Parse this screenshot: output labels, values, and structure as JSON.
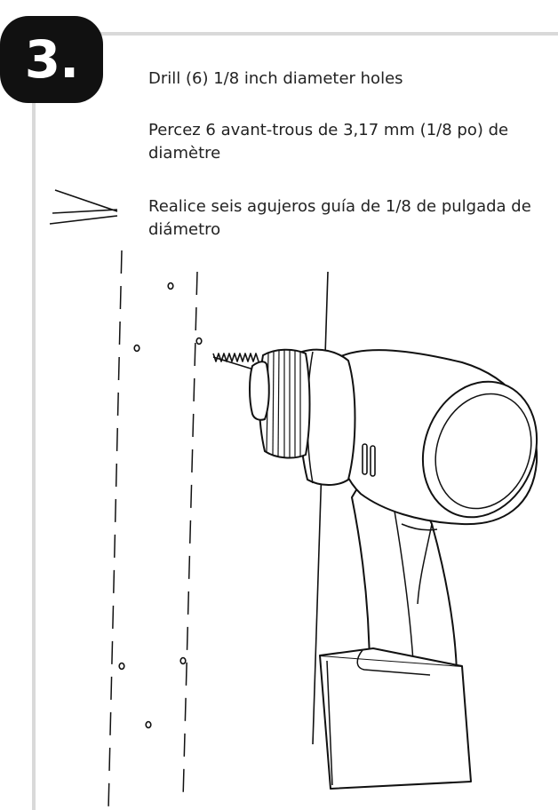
{
  "step": {
    "number": "3."
  },
  "instructions": {
    "en": "Drill (6) 1/8 inch diameter holes",
    "fr": "Percez 6 avant-trous de 3,17 mm (1/8 po) de diamètre",
    "es": "Realice seis agujeros guía de 1/8 de pulgada de diámetro"
  },
  "illustration": {
    "hole_count": 6,
    "tool": "cordless-drill",
    "line_color": "#111111"
  },
  "colors": {
    "frame": "#d9d9d9",
    "badge": "#111111",
    "badge_text": "#ffffff",
    "text": "#222222"
  }
}
